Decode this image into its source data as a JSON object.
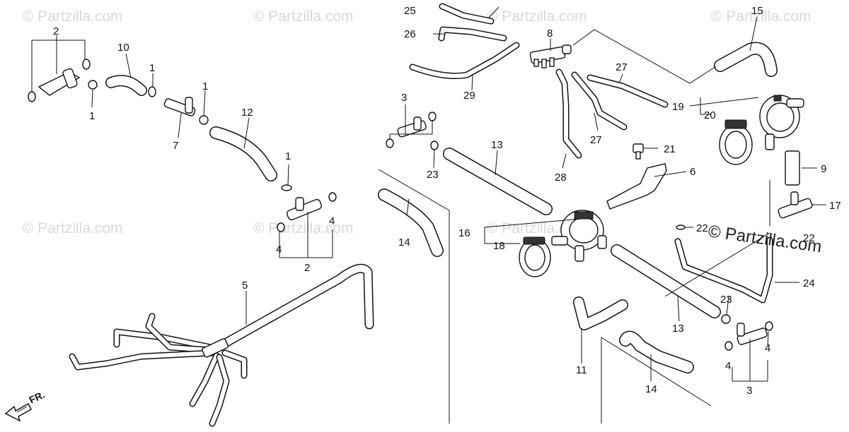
{
  "watermark": {
    "text": "© Partzilla.com"
  },
  "direction_marker": {
    "text": "FR.",
    "icon": "front-direction-arrow-icon"
  },
  "callouts": {
    "c1": "1",
    "c2": "2",
    "c3": "3",
    "c4": "4",
    "c5": "5",
    "c6": "6",
    "c7": "7",
    "c8": "8",
    "c9": "9",
    "c10": "10",
    "c11": "11",
    "c12": "12",
    "c13": "13",
    "c14": "14",
    "c15": "15",
    "c16": "16",
    "c17": "17",
    "c18": "18",
    "c19": "19",
    "c20": "20",
    "c21": "21",
    "c22": "22",
    "c23": "23",
    "c24": "24",
    "c25": "25",
    "c26": "26",
    "c27": "27",
    "c28": "28",
    "c29": "29"
  }
}
